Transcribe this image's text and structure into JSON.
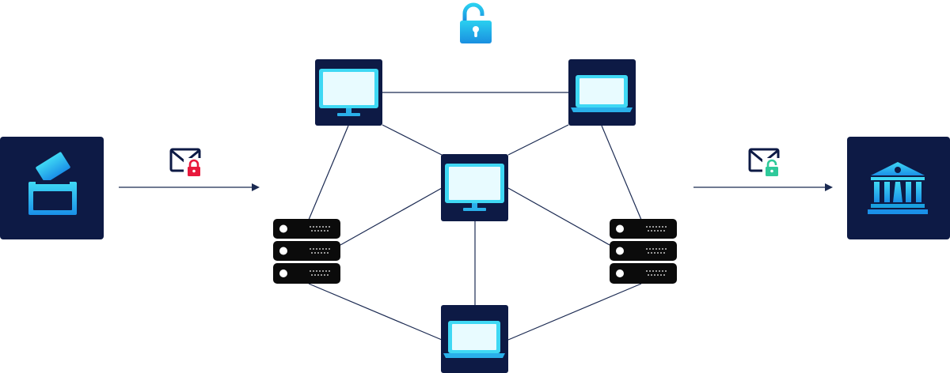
{
  "colors": {
    "tile": "#0d1a45",
    "connector": "#1b2a52",
    "screen": "#3fd8f4",
    "screen_dark": "#1aa0e0",
    "server": "#0b0b0b",
    "lock_locked": "#e8193c",
    "lock_unlocked": "#2ec99a",
    "padlock_top": "#2ad0f0",
    "padlock_bottom": "#1a8fe0"
  },
  "nodes": [
    {
      "id": "ballot-box",
      "icon": "ballot-box-icon"
    },
    {
      "id": "monitor-top-left",
      "icon": "monitor-icon"
    },
    {
      "id": "laptop-top-right",
      "icon": "laptop-icon"
    },
    {
      "id": "monitor-center",
      "icon": "monitor-icon"
    },
    {
      "id": "server-left",
      "icon": "server-rack-icon"
    },
    {
      "id": "server-right",
      "icon": "server-rack-icon"
    },
    {
      "id": "laptop-bottom",
      "icon": "laptop-icon"
    },
    {
      "id": "bank",
      "icon": "bank-icon"
    }
  ],
  "messages": [
    {
      "id": "outgoing",
      "icon": "envelope-icon",
      "lock_state": "locked"
    },
    {
      "id": "incoming",
      "icon": "envelope-icon",
      "lock_state": "unlocked"
    }
  ],
  "top_icon": {
    "icon": "padlock-icon",
    "state": "unlocked"
  }
}
